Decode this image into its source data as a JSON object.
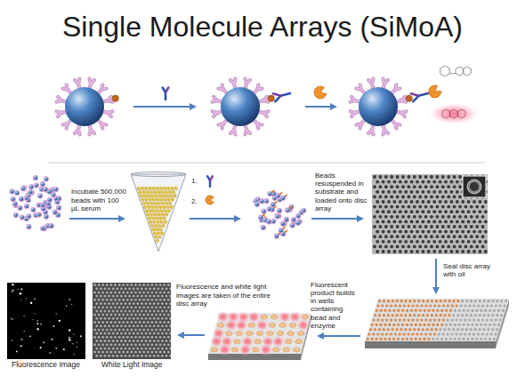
{
  "diagram": {
    "title": "Single Molecule Arrays (SiMoA)",
    "nodes": [
      {
        "text": [
          "Fluorescence Image"
        ]
      },
      {
        "text": [
          "White Light Image"
        ]
      }
    ],
    "labels": [
      "Incubate 500,000 beads with 100 µL serum",
      "1.",
      "2.",
      "Beads resuspended in substrate and loaded onto disc array",
      "Seal disc array with oil",
      "Fluorescent product builds in wells containing bead and enzyme",
      "Fluorescence and white light images are taken of the entire disc array"
    ]
  }
}
